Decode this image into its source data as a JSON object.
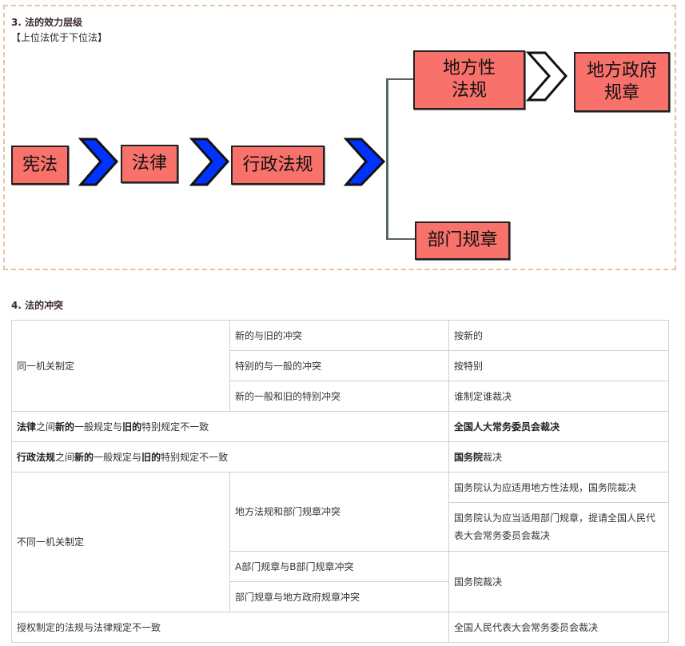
{
  "section3": {
    "title": "3. 法的效力层级",
    "subtitle": "【上位法优于下位法】",
    "diagram": {
      "fill": "#f8716a",
      "arrow": "#0033ff",
      "boxes": {
        "constitution": "宪法",
        "law": "法律",
        "admin": "行政法规",
        "local": "地方性\n法规",
        "localgov": "地方政府\n规章",
        "dept": "部门规章"
      }
    }
  },
  "section4": {
    "title": "4. 法的冲突",
    "rows": {
      "r1": {
        "c1": "同一机关制定",
        "c2": "新的与旧的冲突",
        "c3": "按新的"
      },
      "r2": {
        "c2": "特别的与一般的冲突",
        "c3": "按特别"
      },
      "r3": {
        "c2": "新的一般和旧的特别冲突",
        "c3": "谁制定谁裁决"
      },
      "r4": {
        "s": [
          "法律",
          "之间",
          "新的",
          "一般规定与",
          "旧的",
          "特别规定不一致"
        ],
        "c3": "全国人大常务委员会裁决"
      },
      "r5": {
        "s": [
          "行政法规",
          "之间",
          "新的",
          "一般规定与",
          "旧的",
          "特别规定不一致"
        ],
        "c3b": "国务院",
        "c3": "裁决"
      },
      "r6": {
        "c1": "不同一机关制定",
        "c2": "地方法规和部门规章冲突",
        "c3": "国务院认为应适用地方性法规，国务院裁决"
      },
      "r7": {
        "c3": "国务院认为应当适用部门规章，提请全国人民代表大会常务委员会裁决"
      },
      "r8": {
        "c2": "A部门规章与B部门规章冲突",
        "c3": "国务院裁决"
      },
      "r9": {
        "c2": "部门规章与地方政府规章冲突"
      },
      "r10": {
        "c1": "授权制定的法规与法律规定不一致",
        "c3": "全国人民代表大会常务委员会裁决"
      }
    }
  }
}
